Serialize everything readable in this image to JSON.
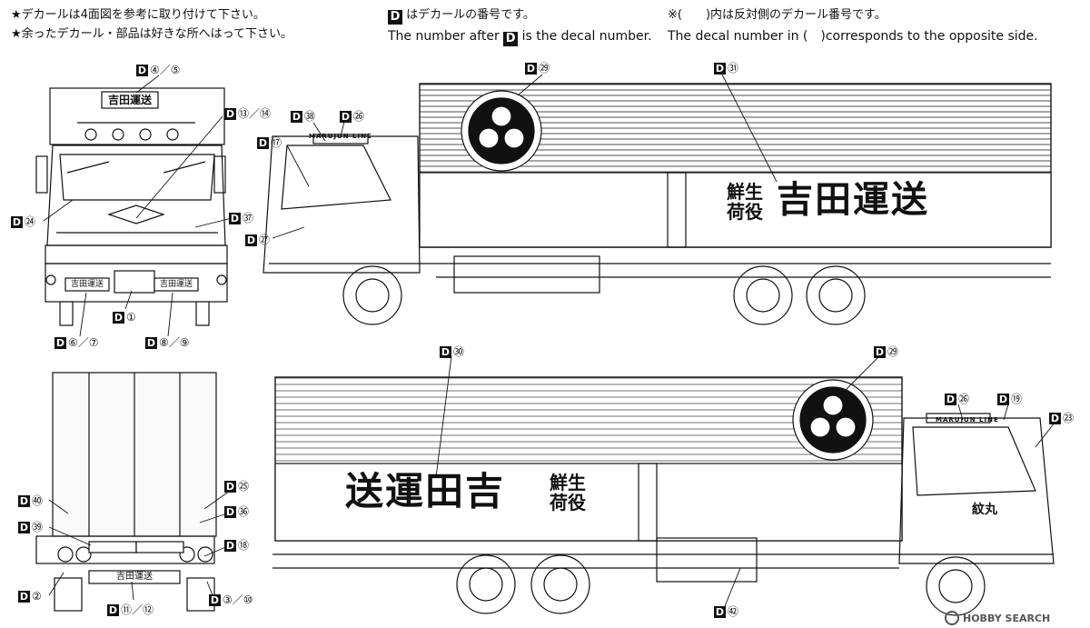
{
  "notes": {
    "jp_line1": "★デカールは4面図を参考に取り付けて下さい。",
    "jp_line2": "★余ったデカール・部品は好きな所へはって下さい。",
    "d_letter": "D",
    "number_jp": "はデカールの番号です。",
    "number_en_pre": "The number after",
    "number_en_post": "is the decal number.",
    "opposite_jp": "※(　　)内は反対側のデカール番号です。",
    "opposite_en": "The decal number in (　)corresponds to the opposite side."
  },
  "decals": {
    "d4_5": "④／⑤",
    "d13_14": "⑬／⑭",
    "d24": "㉔",
    "d37": "㊲",
    "d1": "①",
    "d6_7": "⑥／⑦",
    "d8_9": "⑧／⑨",
    "d38": "㊳",
    "d26_top": "㉖",
    "d17": "⑰",
    "d27": "㉗",
    "d29_top": "㉙",
    "d31": "㉛",
    "d30": "㉚",
    "d29_bottom": "㉙",
    "d26_bottom": "㉖",
    "d19": "⑲",
    "d23": "㉓",
    "d25": "㉕",
    "d40": "㊵",
    "d36": "㊱",
    "d39": "㊴",
    "d18": "⑱",
    "d2": "②",
    "d11_12": "⑪／⑫",
    "d3_10": "③／⑩",
    "d42": "㊷"
  },
  "artwork": {
    "company_name": "吉田運送",
    "company_reversed": "送運田吉",
    "sign_front": "吉田運送",
    "fresh_line1": "鮮生",
    "fresh_line2": "荷役",
    "cab_stripe": "MARUJUN LINE",
    "cab_boat": "紋丸",
    "plate_left": "吉田運送",
    "plate_right": "吉田運送",
    "rear_plate": "吉田運送"
  },
  "watermark": {
    "brand": "HOBBY SEARCH"
  }
}
